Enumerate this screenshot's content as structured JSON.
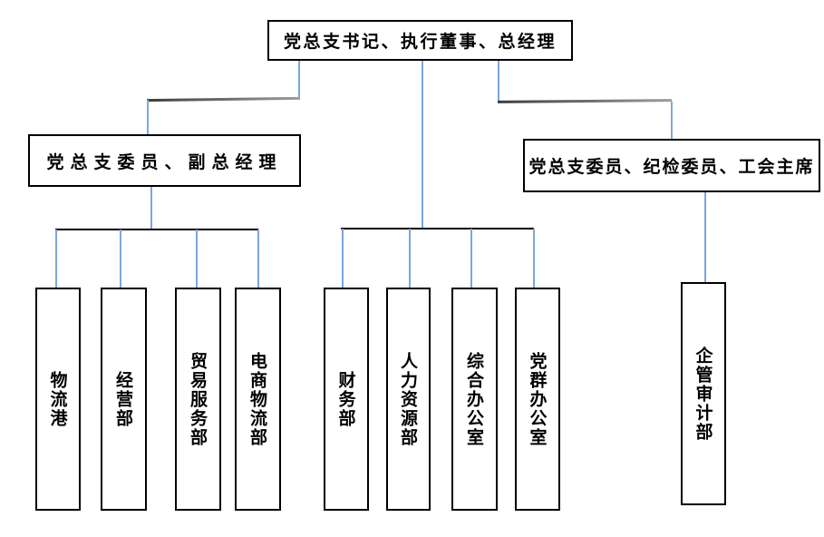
{
  "org": {
    "root": {
      "label": "党总支书记、执行董事、总经理"
    },
    "level2": [
      {
        "label": "党总支委员、副总经理"
      },
      {
        "label": "党总支委员、纪检委员、工会主席"
      }
    ],
    "departments": [
      {
        "label": "物流港"
      },
      {
        "label": "经营部"
      },
      {
        "label": "贸易服务部"
      },
      {
        "label": "电商物流部"
      },
      {
        "label": "财务部"
      },
      {
        "label": "人力资源部"
      },
      {
        "label": "综合办公室"
      },
      {
        "label": "党群办公室"
      },
      {
        "label": "企管审计部"
      }
    ]
  },
  "colors": {
    "connector_blue": "#7ca7da",
    "connector_gray": "#6e6e6e",
    "line_black": "#000000",
    "box_border": "#000000",
    "background": "#ffffff",
    "text": "#000000"
  }
}
